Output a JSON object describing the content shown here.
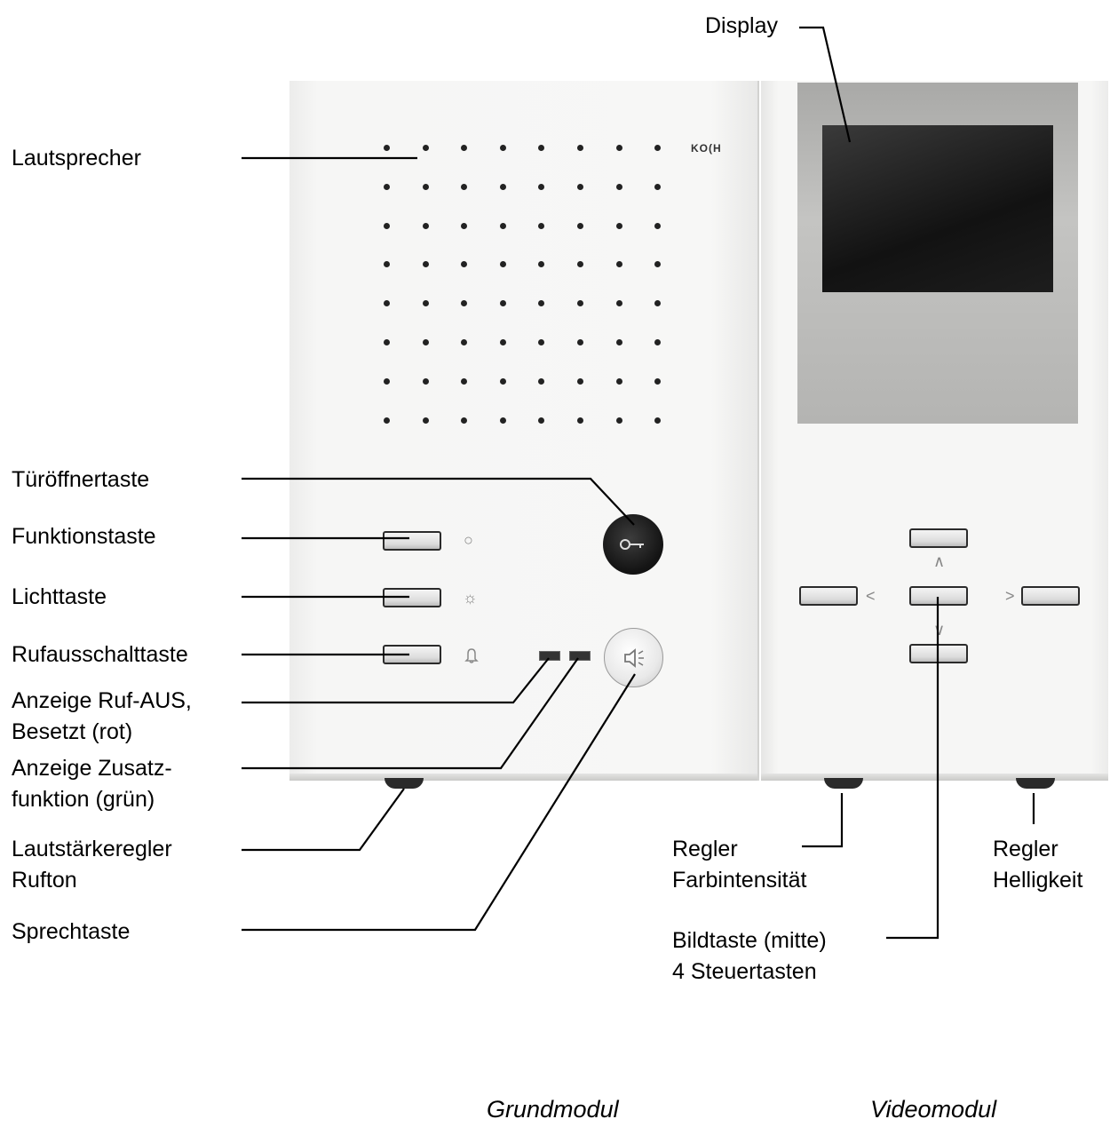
{
  "labels": {
    "display": "Display",
    "lautsprecher": "Lautsprecher",
    "tueroeffnertaste": "Türöffnertaste",
    "funktionstaste": "Funktionstaste",
    "lichttaste": "Lichttaste",
    "rufausschalttaste": "Rufausschalttaste",
    "anzeige_ruf_aus_1": "Anzeige Ruf-AUS,",
    "anzeige_ruf_aus_2": "Besetzt (rot)",
    "anzeige_zusatz_1": "Anzeige Zusatz-",
    "anzeige_zusatz_2": "funktion (grün)",
    "lautstaerke_1": "Lautstärkeregler",
    "lautstaerke_2": "Rufton",
    "sprechtaste": "Sprechtaste",
    "regler_farb_1": "Regler",
    "regler_farb_2": "Farbintensität",
    "regler_hell_1": "Regler",
    "regler_hell_2": "Helligkeit",
    "bildtaste_1": "Bildtaste (mitte)",
    "bildtaste_2": "4 Steuertasten"
  },
  "device": {
    "brand": "KO(H"
  },
  "captions": {
    "grundmodul": "Grundmodul",
    "videomodul": "Videomodul"
  }
}
